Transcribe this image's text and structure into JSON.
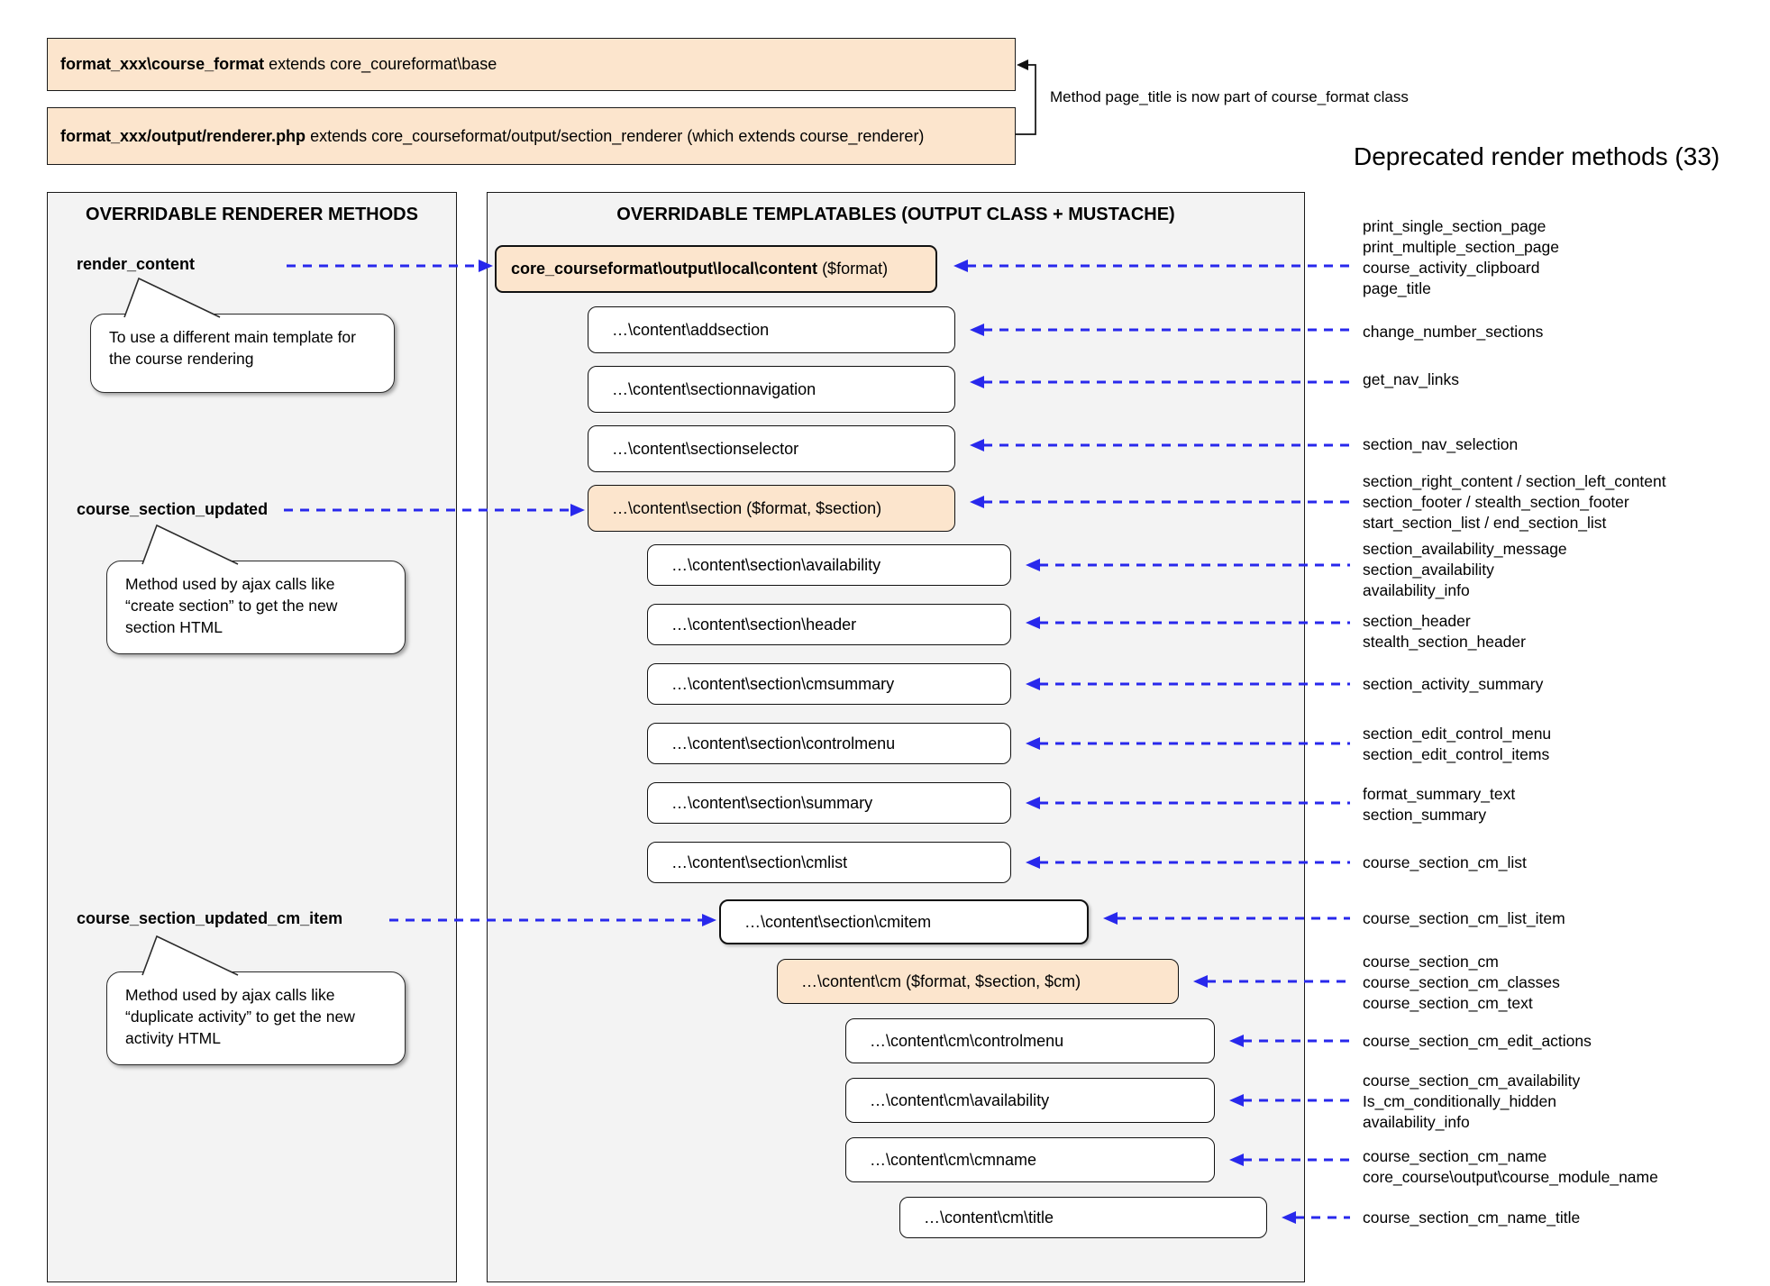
{
  "header": {
    "class_box_1": {
      "bold": "format_xxx\\course_format",
      "rest": " extends core_coureformat\\base"
    },
    "class_box_2": {
      "bold": "format_xxx/output/renderer.php",
      "rest": " extends core_courseformat/output/section_renderer (which extends course_renderer)"
    },
    "note": "Method page_title is now part of course_format class",
    "deprecated_title": "Deprecated render methods (33)"
  },
  "left_panel": {
    "title": "OVERRIDABLE RENDERER METHODS",
    "methods": [
      {
        "name": "render_content",
        "note": "To use a different main template for the course rendering"
      },
      {
        "name": "course_section_updated",
        "note": "Method used by ajax calls like “create section” to get the new section HTML"
      },
      {
        "name": "course_section_updated_cm_item",
        "note": "Method used by ajax calls like “duplicate activity” to get the new activity HTML"
      }
    ]
  },
  "middle_panel": {
    "title": "OVERRIDABLE TEMPLATABLES (OUTPUT CLASS + MUSTACHE)",
    "boxes": [
      {
        "bold": "core_courseformat\\output\\local\\content",
        "rest": " ($format)"
      },
      {
        "label": "…\\content\\addsection"
      },
      {
        "label": "…\\content\\sectionnavigation"
      },
      {
        "label": "…\\content\\sectionselector"
      },
      {
        "label": "…\\content\\section ($format, $section)"
      },
      {
        "label": "…\\content\\section\\availability"
      },
      {
        "label": "…\\content\\section\\header"
      },
      {
        "label": "…\\content\\section\\cmsummary"
      },
      {
        "label": "…\\content\\section\\controlmenu"
      },
      {
        "label": "…\\content\\section\\summary"
      },
      {
        "label": "…\\content\\section\\cmlist"
      },
      {
        "label": "…\\content\\section\\cmitem"
      },
      {
        "label": "…\\content\\cm ($format, $section, $cm)"
      },
      {
        "label": "…\\content\\cm\\controlmenu"
      },
      {
        "label": "…\\content\\cm\\availability"
      },
      {
        "label": "…\\content\\cm\\cmname"
      },
      {
        "label": "…\\content\\cm\\title"
      }
    ]
  },
  "deprecated": {
    "groups": [
      {
        "lines": [
          "print_single_section_page",
          "print_multiple_section_page",
          "course_activity_clipboard",
          "page_title"
        ]
      },
      {
        "lines": [
          "change_number_sections"
        ]
      },
      {
        "lines": [
          "get_nav_links"
        ]
      },
      {
        "lines": [
          "section_nav_selection"
        ]
      },
      {
        "lines": [
          "section_right_content / section_left_content",
          "section_footer / stealth_section_footer",
          "start_section_list / end_section_list"
        ]
      },
      {
        "lines": [
          "section_availability_message",
          "section_availability",
          "availability_info"
        ]
      },
      {
        "lines": [
          "section_header",
          "stealth_section_header"
        ]
      },
      {
        "lines": [
          "section_activity_summary"
        ]
      },
      {
        "lines": [
          "section_edit_control_menu",
          "section_edit_control_items"
        ]
      },
      {
        "lines": [
          "format_summary_text",
          "section_summary"
        ]
      },
      {
        "lines": [
          "course_section_cm_list"
        ]
      },
      {
        "lines": [
          "course_section_cm_list_item"
        ]
      },
      {
        "lines": [
          "course_section_cm",
          "course_section_cm_classes",
          "course_section_cm_text"
        ]
      },
      {
        "lines": [
          "course_section_cm_edit_actions"
        ]
      },
      {
        "lines": [
          "course_section_cm_availability",
          "Is_cm_conditionally_hidden",
          "availability_info"
        ]
      },
      {
        "lines": [
          "course_section_cm_name",
          "core_course\\output\\course_module_name"
        ]
      },
      {
        "lines": [
          "course_section_cm_name_title"
        ]
      }
    ]
  },
  "colors": {
    "box_orange": "#fce5cd",
    "arrow_blue": "#2828ec",
    "panel_gray": "#f3f3f3"
  }
}
